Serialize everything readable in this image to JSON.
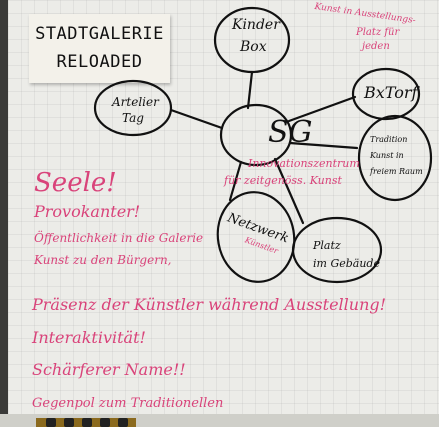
{
  "note": {
    "line1": "STADTGALERIE",
    "line2": "RELOADED"
  },
  "center": {
    "label": "SG",
    "caption_line1": "Innovationszentrum",
    "caption_line2": "für zeitgenöss. Kunst"
  },
  "nodes": {
    "kinderbox": {
      "line1": "Kinder",
      "line2": "Box"
    },
    "artelier": {
      "line1": "Artelier",
      "line2": "Tag"
    },
    "boxtorf": {
      "label": "BxTorf"
    },
    "tradition": {
      "line1": "Tradition",
      "line2": "Kunst in",
      "line3": "freiem Raum"
    },
    "netzwerk": {
      "label": "Netzwerk",
      "sub": "Künstler"
    },
    "platz": {
      "line1": "Platz",
      "line2": "im Gebäude"
    }
  },
  "top_right_note": {
    "line1": "Kunst in Ausstellungs-",
    "line2": "Platz für",
    "line3": "jeden"
  },
  "notes": [
    "Seele!",
    "Provokanter!",
    "Öffentlichkeit in die Galerie",
    "Kunst zu den Bürgern,",
    "Präsenz der Künstler während Ausstellung!",
    "Interaktivität!",
    "Schärferer Name!!",
    "Gegenpol zum Traditionellen"
  ]
}
